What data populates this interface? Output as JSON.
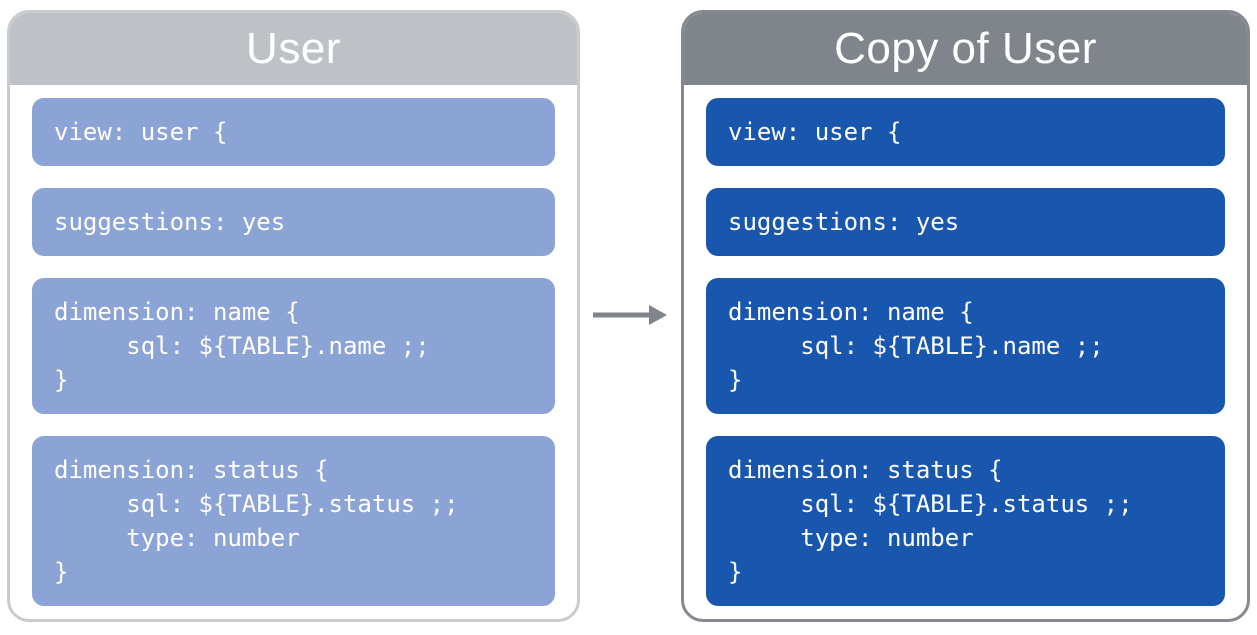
{
  "page": {
    "background_color": "#ffffff"
  },
  "arrow": {
    "direction": "right",
    "color": "#80858b"
  },
  "panels": [
    {
      "title": "User",
      "header_color": "#bec2c6",
      "border_color": "#c9ccce",
      "block_color": "#8ca3d6",
      "code_text_color": "#ffffff",
      "blocks": [
        {
          "code": "view: user {"
        },
        {
          "code": "suggestions: yes"
        },
        {
          "code": "dimension: name {\n     sql: ${TABLE}.name ;;\n}"
        },
        {
          "code": "dimension: status {\n     sql: ${TABLE}.status ;;\n     type: number\n}"
        }
      ]
    },
    {
      "title": "Copy of User",
      "header_color": "#7f858b",
      "border_color": "#85898f",
      "block_color": "#1956ae",
      "code_text_color": "#ffffff",
      "blocks": [
        {
          "code": "view: user {"
        },
        {
          "code": "suggestions: yes"
        },
        {
          "code": "dimension: name {\n     sql: ${TABLE}.name ;;\n}"
        },
        {
          "code": "dimension: status {\n     sql: ${TABLE}.status ;;\n     type: number\n}"
        }
      ]
    }
  ]
}
